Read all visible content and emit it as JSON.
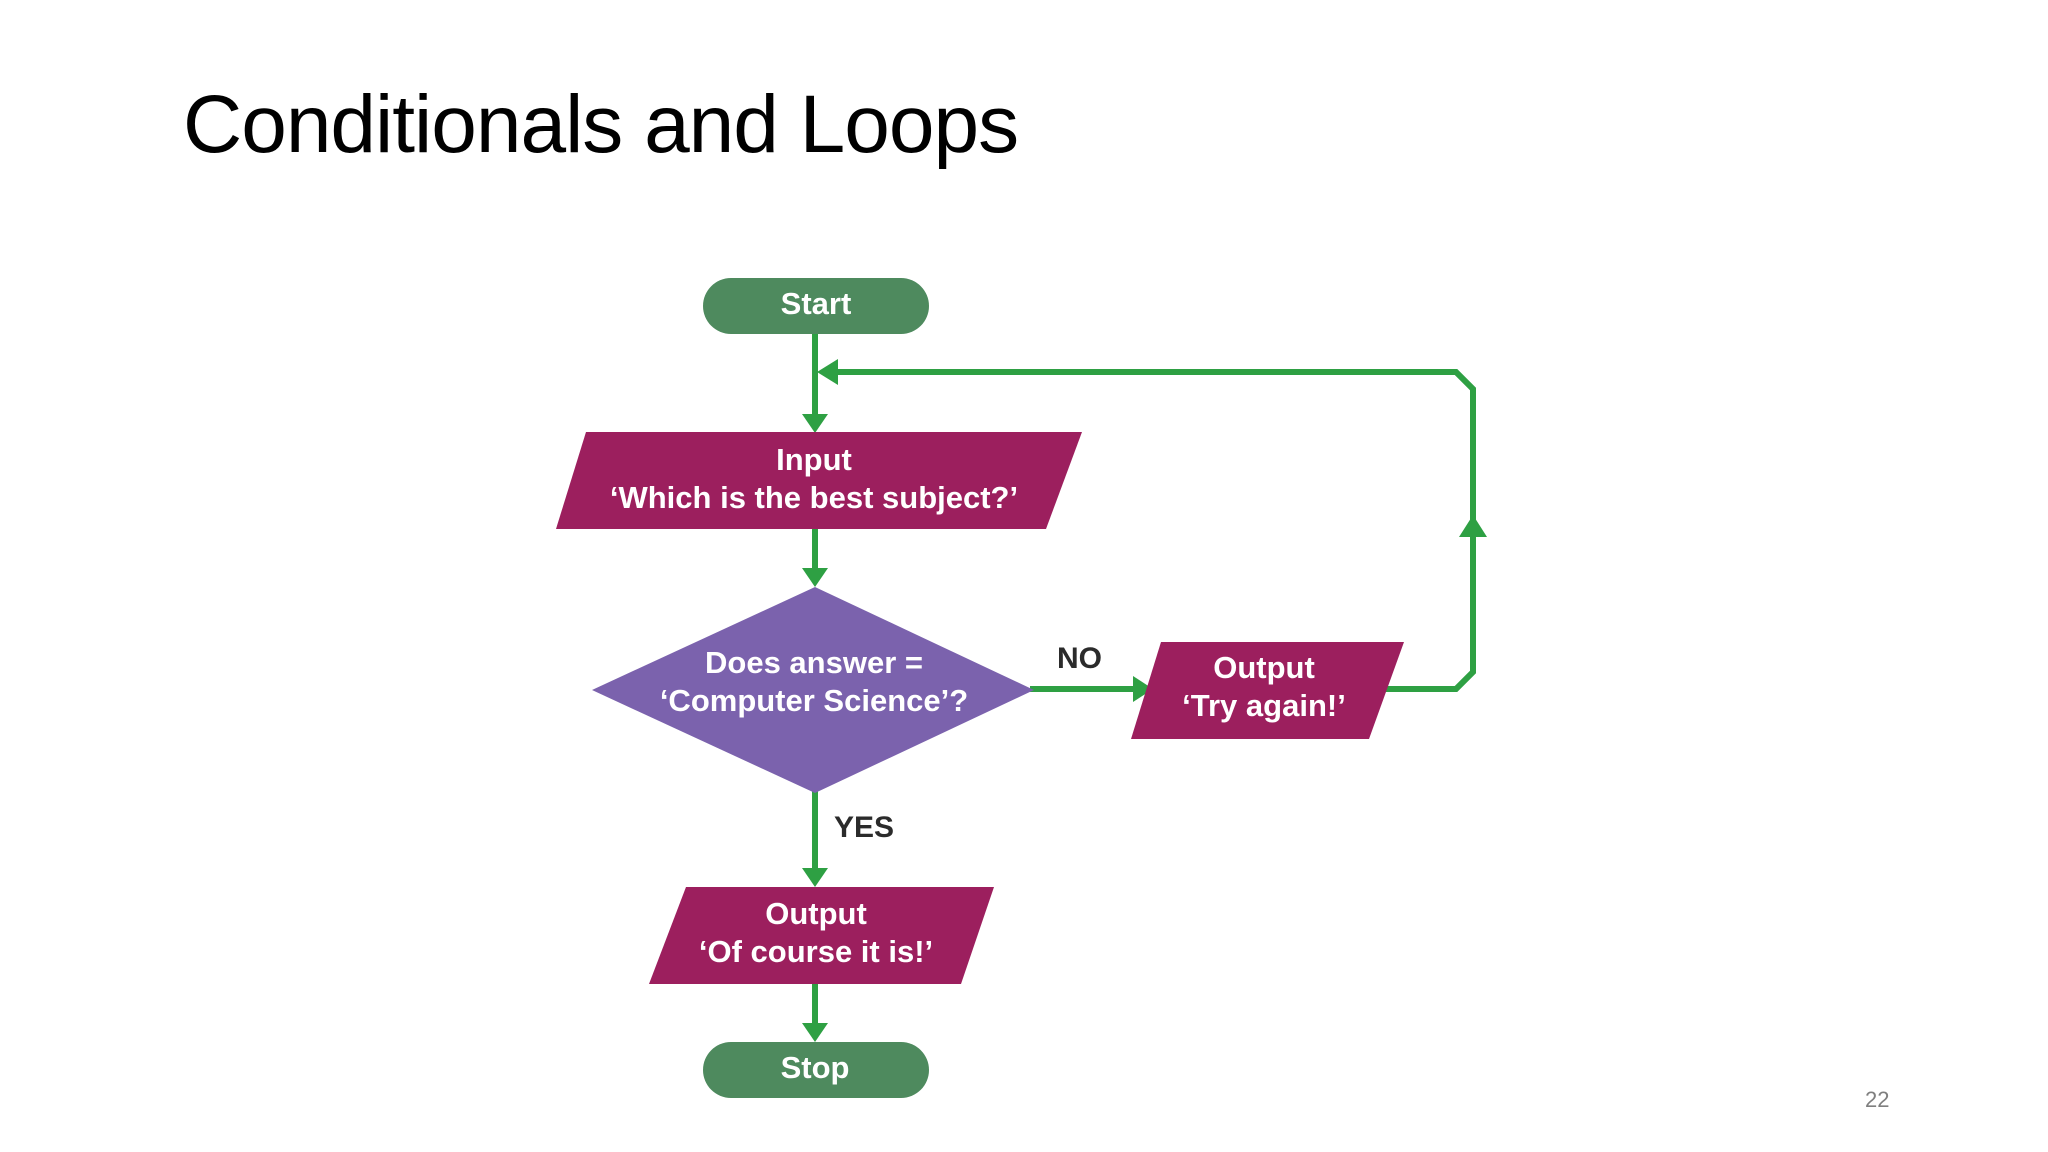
{
  "slide": {
    "title": "Conditionals and Loops",
    "page_number": "22"
  },
  "colors": {
    "terminator": "#4e8a5e",
    "io": "#9c1f5e",
    "decision": "#7b62ad",
    "connector": "#2ea043",
    "label_text": "#2b2b2b"
  },
  "flowchart": {
    "start": {
      "label": "Start"
    },
    "input": {
      "line1": "Input",
      "line2": "‘Which is the best subject?’"
    },
    "decision": {
      "line1": "Does answer =",
      "line2": "‘Computer Science’?"
    },
    "output_no": {
      "line1": "Output",
      "line2": "‘Try again!’"
    },
    "output_yes": {
      "line1": "Output",
      "line2": "‘Of course it is!’"
    },
    "stop": {
      "label": "Stop"
    },
    "edge_no_label": "NO",
    "edge_yes_label": "YES"
  }
}
